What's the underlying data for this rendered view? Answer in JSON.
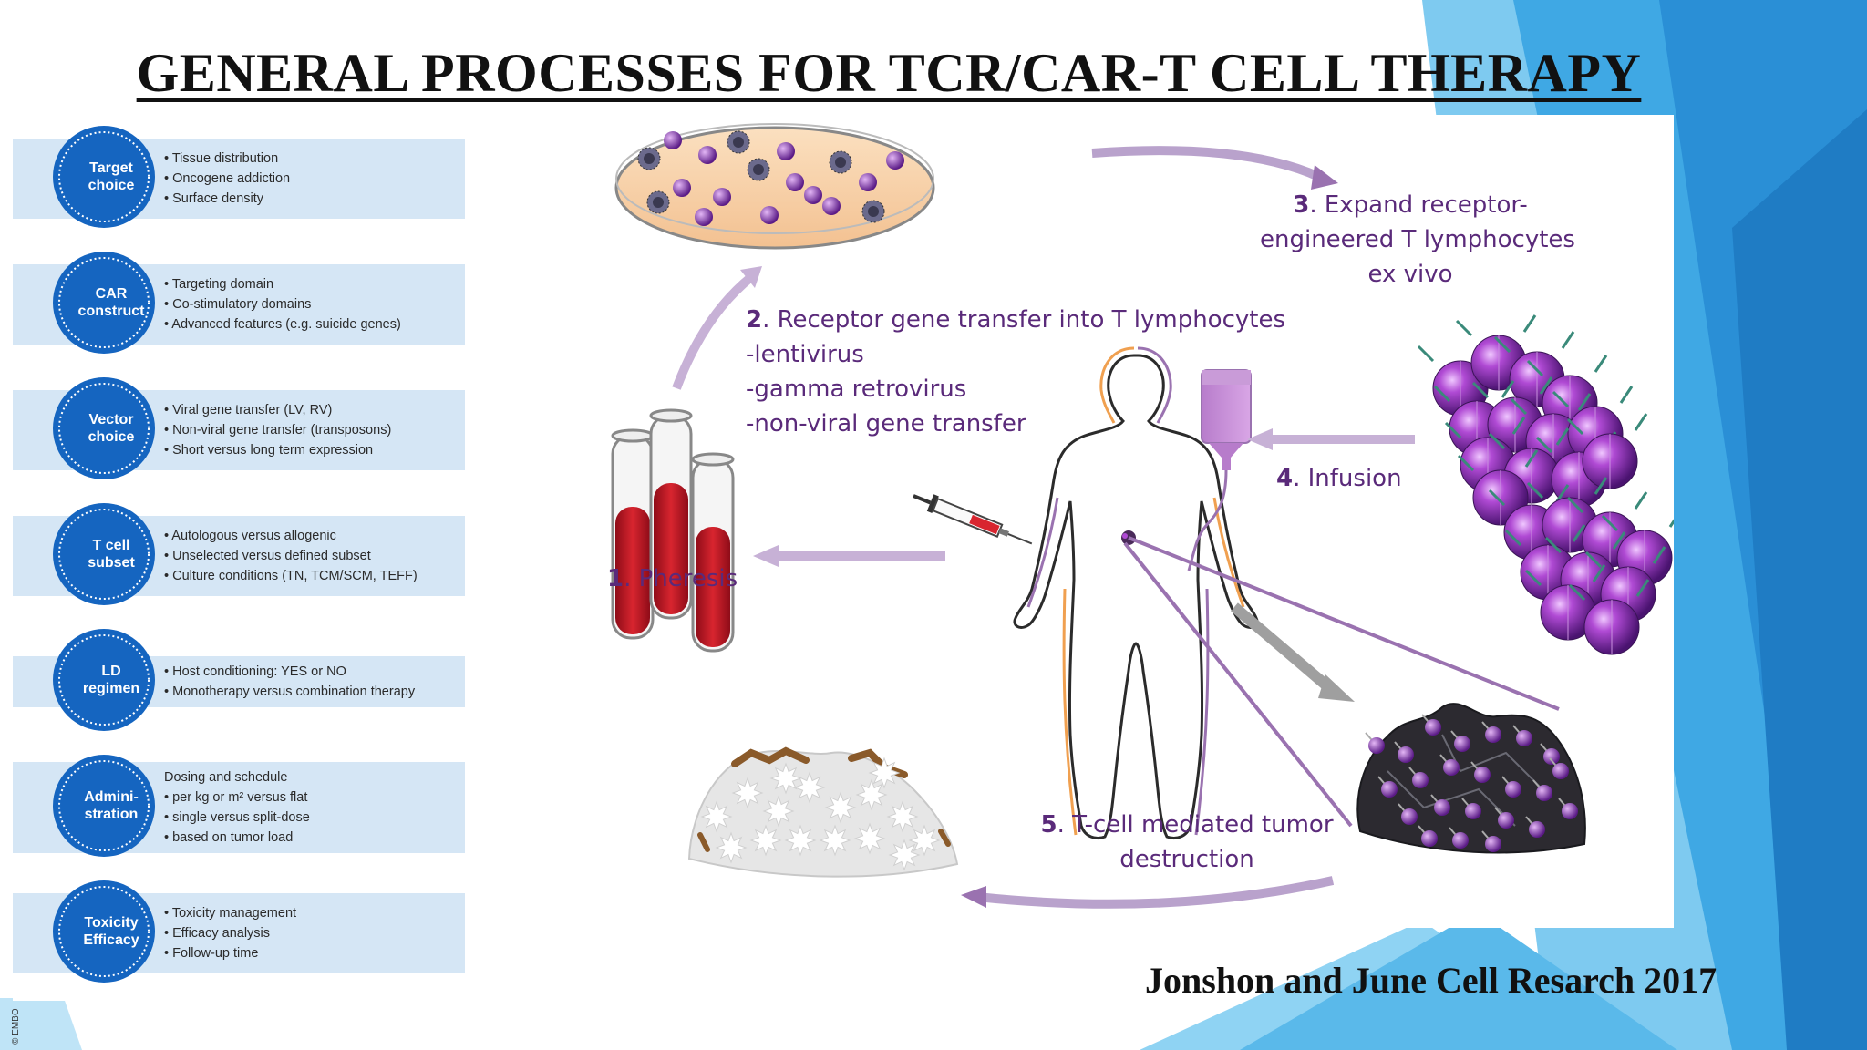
{
  "title": "GENERAL PROCESSES FOR TCR/CAR-T CELL THERAPY",
  "citation": "Jonshon and June Cell Resarch 2017",
  "copyright": "© EMBO",
  "colors": {
    "accent_blue": "#1565c0",
    "band_blue": "#d5e6f5",
    "label_purple": "#5a2a7a",
    "arrow_purple": "#9a72b0",
    "background_blue": "#2a8fd6"
  },
  "steps": [
    {
      "name": "Target choice",
      "label_lines": [
        "Target",
        "choice"
      ],
      "items": [
        "• Tissue distribution",
        "• Oncogene addiction",
        "• Surface density"
      ]
    },
    {
      "name": "CAR construct",
      "label_lines": [
        "CAR",
        "construct"
      ],
      "items": [
        "• Targeting domain",
        "• Co-stimulatory domains",
        "• Advanced features (e.g. suicide genes)"
      ]
    },
    {
      "name": "Vector choice",
      "label_lines": [
        "Vector",
        "choice"
      ],
      "items": [
        "• Viral gene transfer (LV, RV)",
        "• Non-viral gene transfer (transposons)",
        "• Short versus long term expression"
      ]
    },
    {
      "name": "T cell subset",
      "label_lines": [
        "T cell",
        "subset"
      ],
      "items": [
        "• Autologous versus allogenic",
        "• Unselected versus defined subset",
        "• Culture conditions (TN, TCM/SCM, TEFF)"
      ]
    },
    {
      "name": "LD regimen",
      "label_lines": [
        "LD",
        "regimen"
      ],
      "items": [
        "• Host conditioning: YES or NO",
        "• Monotherapy versus combination therapy"
      ]
    },
    {
      "name": "Administration",
      "label_lines": [
        "Admini-",
        "stration"
      ],
      "items": [
        "Dosing and schedule",
        "• per kg or m² versus flat",
        "• single versus split-dose",
        "• based on tumor load"
      ]
    },
    {
      "name": "Toxicity Efficacy",
      "label_lines": [
        "Toxicity",
        "Efficacy"
      ],
      "items": [
        "• Toxicity management",
        "• Efficacy analysis",
        "• Follow-up time"
      ]
    }
  ],
  "diagram": {
    "step1": {
      "number": "1",
      "text": ". Pheresis"
    },
    "step2": {
      "number": "2",
      "lines": [
        ". Receptor gene transfer into T lymphocytes",
        "-lentivirus",
        "-gamma retrovirus",
        "-non-viral gene transfer"
      ]
    },
    "step3": {
      "number": "3",
      "lines": [
        ". Expand receptor-",
        "engineered T lymphocytes",
        "ex vivo"
      ]
    },
    "step4": {
      "number": "4",
      "text": ". Infusion"
    },
    "step5": {
      "number": "5",
      "lines": [
        ". T-cell mediated tumor",
        "destruction"
      ]
    }
  }
}
